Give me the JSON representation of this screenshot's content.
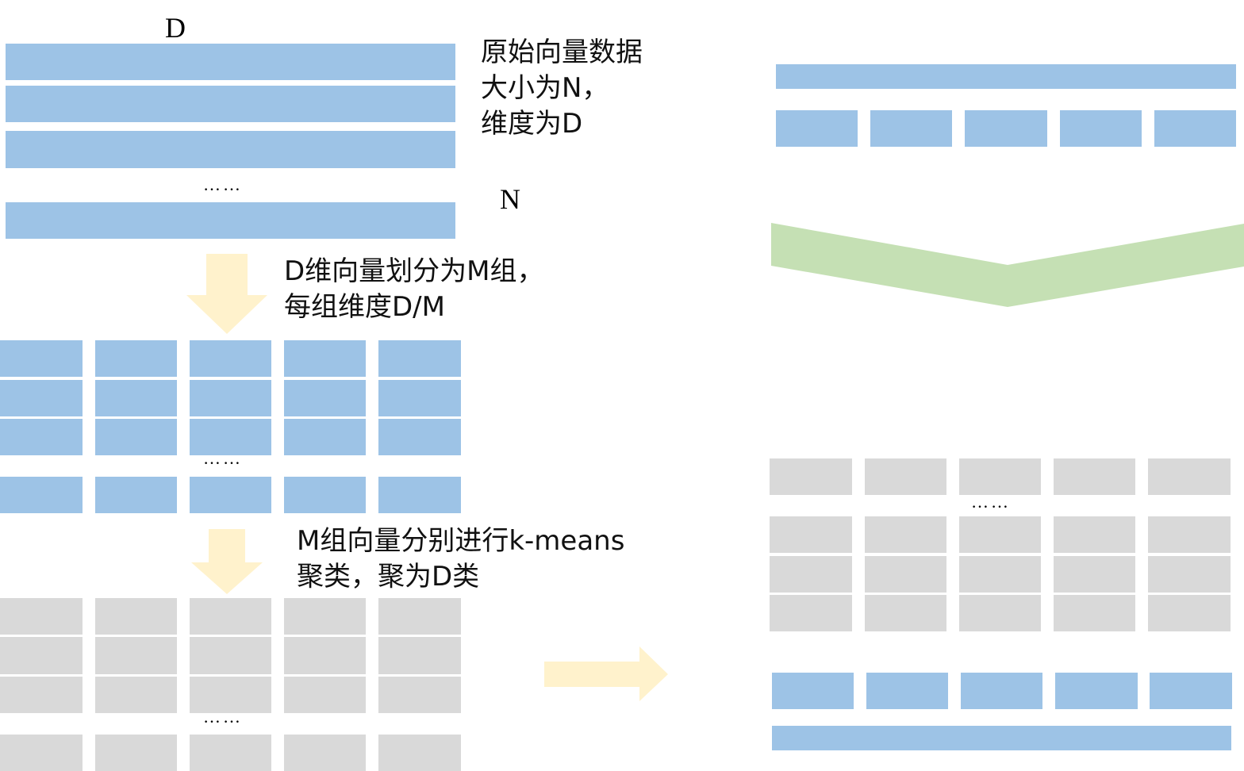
{
  "colors": {
    "vector_blue": "#9dc3e6",
    "cluster_gray": "#d9d9d9",
    "arrow_yellow": "#fff2cc",
    "chevron_green": "#c5e0b4"
  },
  "labels": {
    "dim_label": "D",
    "count_label": "N",
    "original_desc": [
      "原始向量数据",
      "大小为N，",
      "维度为D"
    ],
    "split_desc": [
      "D维向量划分为M组，",
      "每组维度D/M"
    ],
    "kmeans_desc": [
      "M组向量分别进行k-means",
      "聚类，聚为D类"
    ],
    "ellipsis": "……"
  },
  "stages": [
    {
      "name": "original-vectors",
      "kind": "full-rows",
      "color": "blue",
      "visible_rows": 4
    },
    {
      "name": "split-subvectors",
      "kind": "grid",
      "color": "blue",
      "visible_rows": 4,
      "groups": 5
    },
    {
      "name": "cluster-centroids",
      "kind": "grid",
      "color": "gray",
      "visible_rows": 4,
      "groups": 5
    },
    {
      "name": "query-vector",
      "kind": "row-and-split",
      "color": "blue",
      "groups": 5
    },
    {
      "name": "codebook",
      "kind": "grid",
      "color": "gray",
      "visible_rows": 4,
      "groups": 5
    },
    {
      "name": "encoded-vector",
      "kind": "split-and-row",
      "color": "blue",
      "groups": 5
    }
  ]
}
